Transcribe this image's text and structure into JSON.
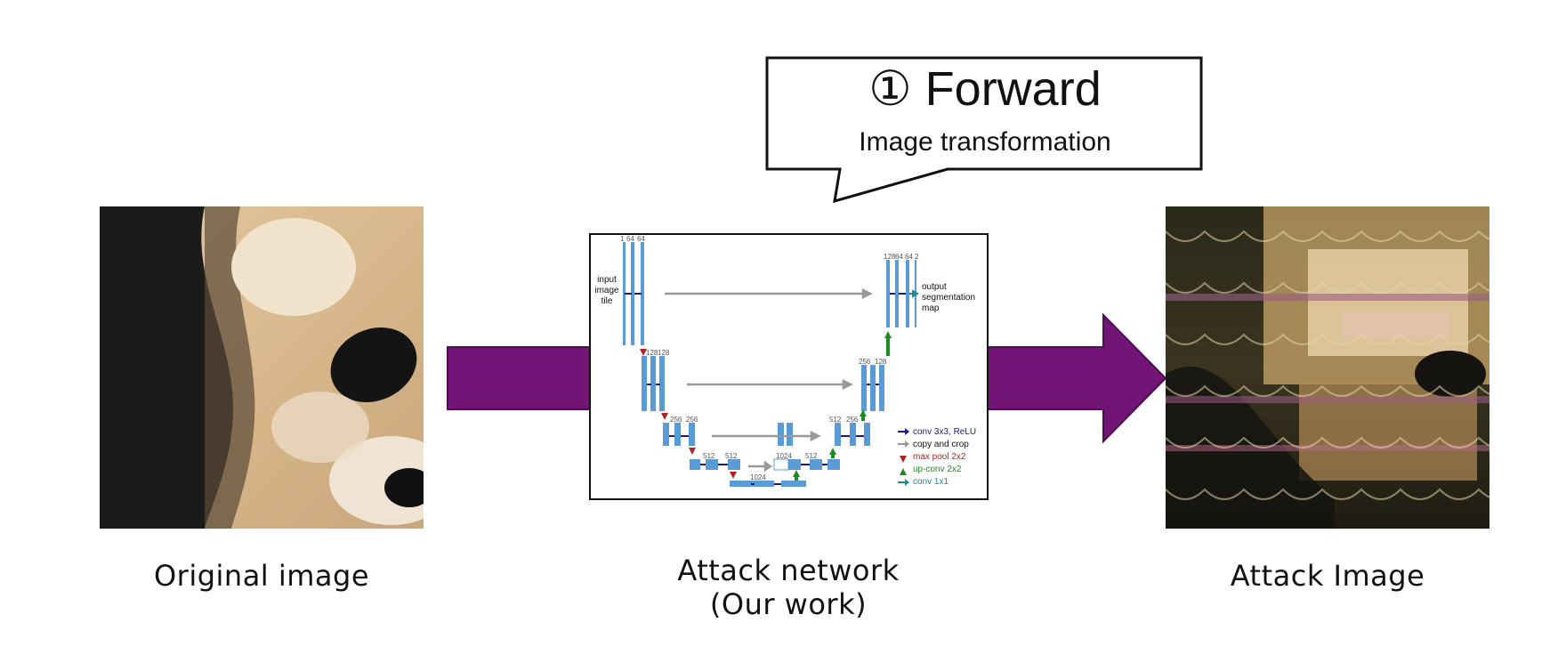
{
  "callout": {
    "title": "① Forward",
    "subtitle": "Image transformation"
  },
  "captions": {
    "original": "Original image",
    "network_line1": "Attack network",
    "network_line2": "(Our work)",
    "attack": "Attack Image"
  },
  "unet": {
    "input_label": [
      "input",
      "image",
      "tile"
    ],
    "output_label": [
      "output",
      "segmentation",
      "map"
    ],
    "channels": {
      "enc1": [
        "1",
        "64",
        "64"
      ],
      "enc2": [
        "128",
        "128"
      ],
      "enc3": [
        "256",
        "256"
      ],
      "enc4": [
        "512",
        "512"
      ],
      "bottom": [
        "1024"
      ],
      "dec4": [
        "1024",
        "512"
      ],
      "dec3": [
        "512",
        "256"
      ],
      "dec2": [
        "256",
        "128"
      ],
      "dec1": [
        "128",
        "64",
        "64",
        "2"
      ]
    },
    "legend": [
      {
        "label": "conv 3x3, ReLU",
        "color": "#1a1a8c",
        "symbol": "right-arrow"
      },
      {
        "label": "copy and crop",
        "color": "#999999",
        "symbol": "right-arrow"
      },
      {
        "label": "max pool 2x2",
        "color": "#b22222",
        "symbol": "down-arrow"
      },
      {
        "label": "up-conv 2x2",
        "color": "#1e8c1e",
        "symbol": "up-arrow"
      },
      {
        "label": "conv 1x1",
        "color": "#138f8f",
        "symbol": "right-arrow"
      }
    ]
  },
  "colors": {
    "arrow": "#721577",
    "arrow_stroke": "#4d0d52",
    "unet_block": "#5b9bd5"
  }
}
